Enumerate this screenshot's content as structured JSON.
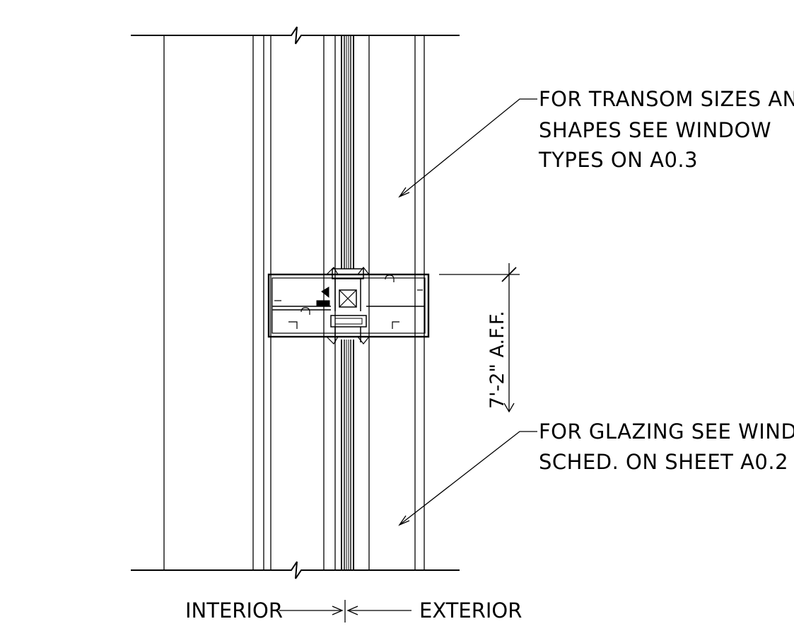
{
  "notes": {
    "transom": {
      "line1": "FOR TRANSOM SIZES AND",
      "line2": "SHAPES SEE WINDOW",
      "line3": "TYPES ON A0.3"
    },
    "glazing": {
      "line1": "FOR GLAZING SEE WINDOW",
      "line2": "SCHED. ON SHEET A0.2"
    }
  },
  "dimension": {
    "label": "7'-2\" A.F.F."
  },
  "labels": {
    "interior": "INTERIOR",
    "exterior": "EXTERIOR"
  },
  "colors": {
    "line": "#000000",
    "background": "#ffffff"
  }
}
